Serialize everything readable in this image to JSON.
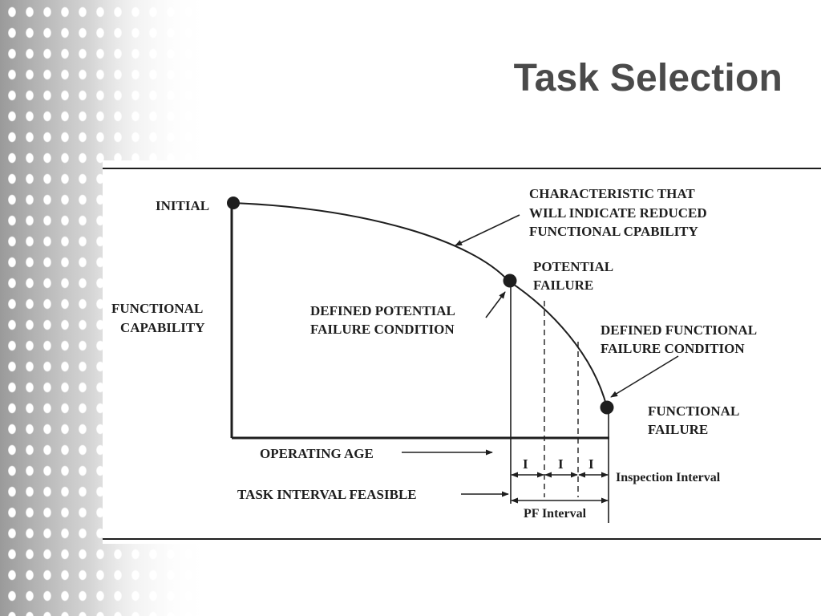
{
  "slide": {
    "title": "Task Selection"
  },
  "diagram": {
    "labels": {
      "initial": "INITIAL",
      "functional_capability": [
        "FUNCTIONAL",
        "CAPABILITY"
      ],
      "characteristic": [
        "CHARACTERISTIC THAT",
        "WILL INDICATE REDUCED",
        "FUNCTIONAL CPABILITY"
      ],
      "potential_failure": [
        "POTENTIAL",
        "FAILURE"
      ],
      "defined_potential": [
        "DEFINED POTENTIAL",
        "FAILURE CONDITION"
      ],
      "defined_functional": [
        "DEFINED FUNCTIONAL",
        "FAILURE CONDITION"
      ],
      "functional_failure": [
        "FUNCTIONAL",
        "FAILURE"
      ],
      "operating_age": "OPERATING AGE",
      "task_interval": "TASK INTERVAL FEASIBLE",
      "inspection_interval": "Inspection Interval",
      "pf_interval": "PF Interval",
      "interval_mark": "I"
    },
    "colors": {
      "ink": "#1e1e1e",
      "title": "#4a4a4a"
    }
  }
}
